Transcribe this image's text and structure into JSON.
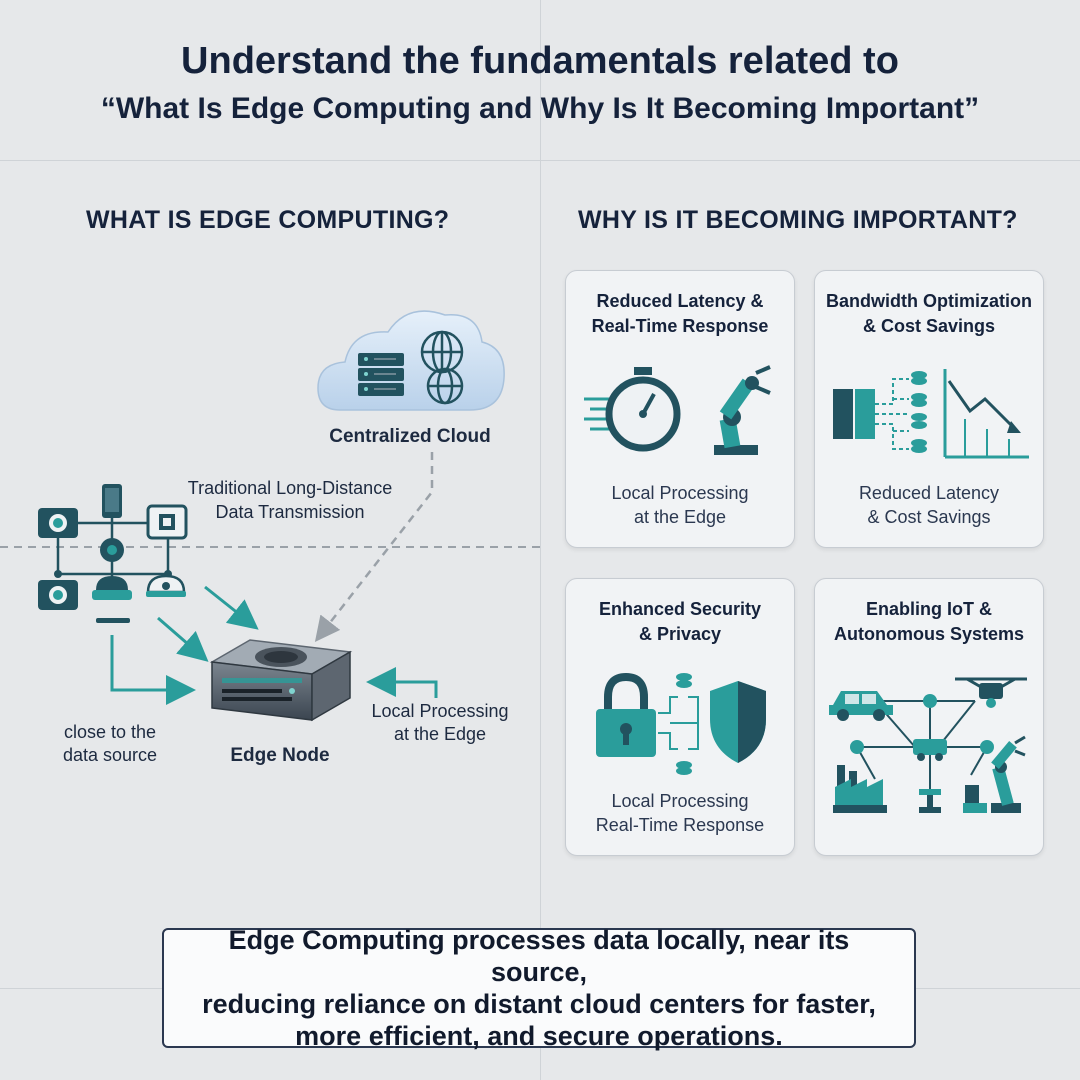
{
  "header": {
    "line1": "Understand the fundamentals related to",
    "line2": "“What Is Edge Computing and Why Is It Becoming Important”"
  },
  "left": {
    "heading": "WHAT IS EDGE COMPUTING?",
    "cloud_label": "Centralized Cloud",
    "transmission_label_1": "Traditional Long-Distance",
    "transmission_label_2": "Data Transmission",
    "close_label_1": "close to the",
    "close_label_2": "data source",
    "edge_node_label": "Edge Node",
    "local_label_1": "Local Processing",
    "local_label_2": "at the Edge"
  },
  "right": {
    "heading": "WHY IS IT BECOMING IMPORTANT?",
    "cards": [
      {
        "title_1": "Reduced Latency &",
        "title_2": "Real-Time Response",
        "sub_1": "Local Processing",
        "sub_2": "at the Edge"
      },
      {
        "title_1": "Bandwidth Optimization",
        "title_2": "& Cost Savings",
        "sub_1": "Reduced Latency",
        "sub_2": "& Cost Savings"
      },
      {
        "title_1": "Enhanced Security",
        "title_2": "& Privacy",
        "sub_1": "Local Processing",
        "sub_2": "Real-Time Response"
      },
      {
        "title_1": "Enabling IoT &",
        "title_2": "Autonomous Systems",
        "sub_1": "",
        "sub_2": ""
      }
    ]
  },
  "summary": {
    "line1": "Edge Computing processes data locally, near its source,",
    "line2": "reducing reliance on distant cloud centers for faster,",
    "line3": "more efficient, and secure operations."
  },
  "colors": {
    "navy": "#15223b",
    "teal": "#2a9d9b",
    "dark_teal": "#22525f",
    "background": "#e6e8ea"
  },
  "icons": [
    "cloud-icon",
    "server-rack-icon",
    "globe-icon",
    "camera-icon",
    "phone-icon",
    "sensor-icon",
    "robot-vacuum-icon",
    "dome-camera-icon",
    "edge-server-icon",
    "stopwatch-icon",
    "robot-arm-icon",
    "database-icon",
    "bar-chart-down-icon",
    "padlock-icon",
    "shield-icon",
    "car-icon",
    "drone-icon",
    "factory-icon"
  ]
}
